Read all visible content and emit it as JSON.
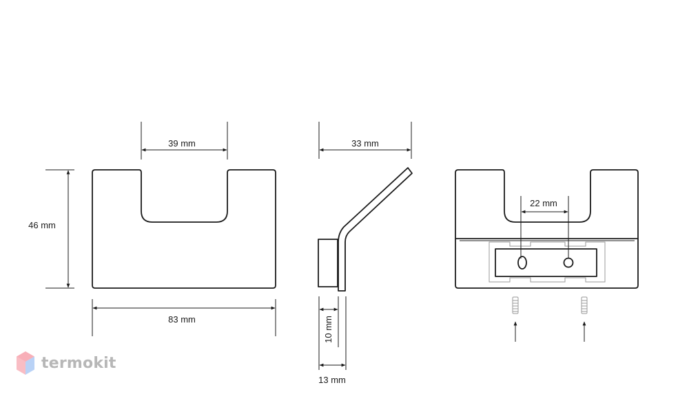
{
  "dimensions": {
    "cutout_width": "39 mm",
    "height": "46 mm",
    "width": "83 mm",
    "projection": "33 mm",
    "mount_plate": "10 mm",
    "depth": "13 mm",
    "hole_spacing": "22 mm"
  },
  "brand": {
    "name": "termokit",
    "logo_colors": [
      "#f26d7d",
      "#8ab4f0"
    ],
    "text_color": "#b7b7b7"
  }
}
